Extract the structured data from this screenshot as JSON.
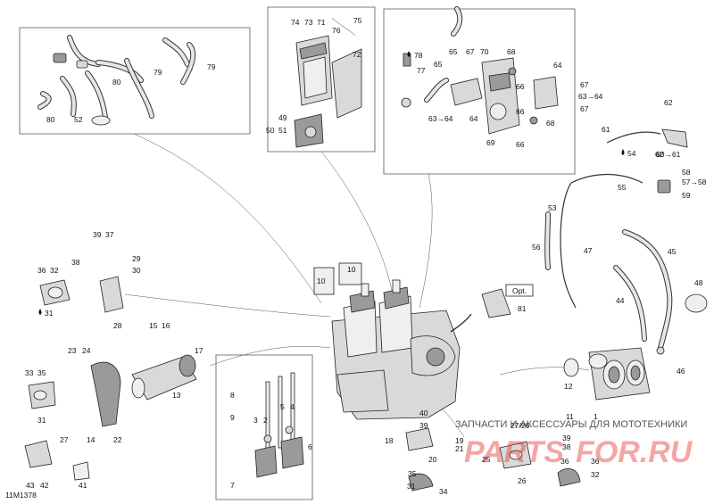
{
  "figure_id": "11M1378",
  "option_box": "Opt.",
  "watermark": {
    "line1": "ЗАПЧАСТИ И АКСЕССУАРЫ ДЛЯ МОТОТЕХНИКИ",
    "brand_left": "PARTS",
    "brand_right": "FOR.RU"
  },
  "callouts": [
    "1",
    "2",
    "3",
    "4",
    "5",
    "6",
    "7",
    "8",
    "9",
    "10",
    "11",
    "12",
    "13",
    "14",
    "15",
    "16",
    "17",
    "18",
    "19",
    "20",
    "21",
    "22",
    "23",
    "24",
    "25",
    "26",
    "27",
    "28",
    "29",
    "30",
    "31",
    "32",
    "33",
    "34",
    "35",
    "36",
    "37",
    "38",
    "39",
    "40",
    "41",
    "42",
    "43",
    "44",
    "45",
    "46",
    "47",
    "48",
    "49",
    "50",
    "51",
    "52",
    "53",
    "54",
    "55",
    "56",
    "57",
    "58",
    "59",
    "60",
    "61",
    "62",
    "63",
    "64",
    "65",
    "66",
    "67",
    "68",
    "69",
    "70",
    "71",
    "72",
    "73",
    "74",
    "75",
    "76",
    "77",
    "78",
    "79",
    "80",
    "81"
  ],
  "compound_labels": [
    "63→64",
    "60→61",
    "57→58",
    "27/26"
  ],
  "drop_symbol_labels": [
    "78",
    "54",
    "31"
  ]
}
